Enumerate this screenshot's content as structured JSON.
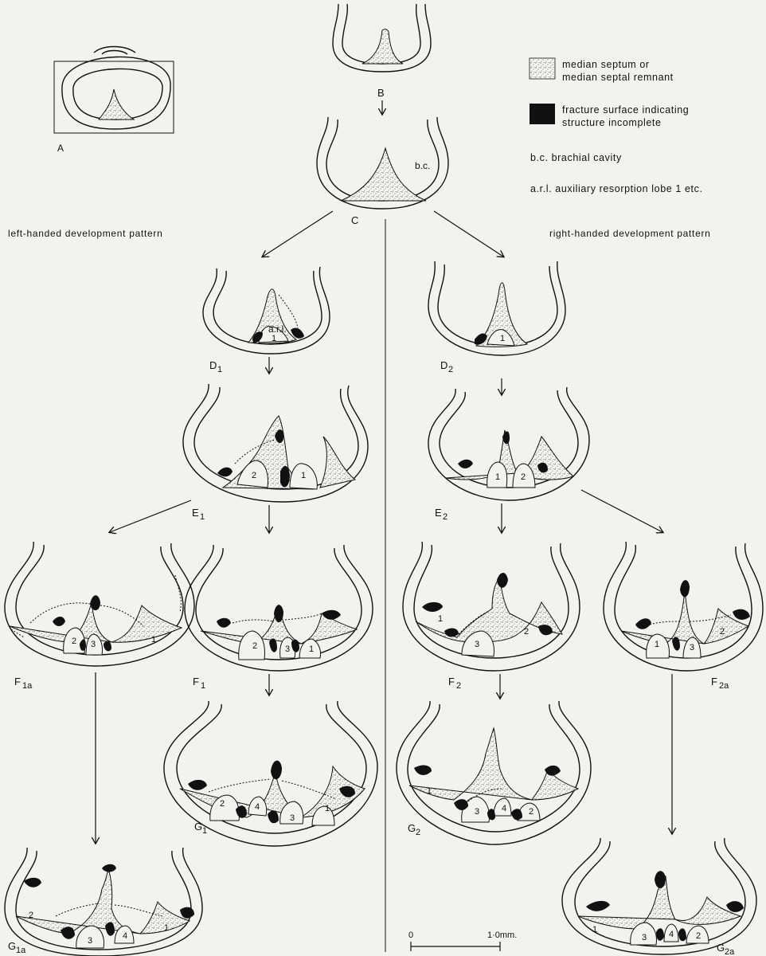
{
  "legend": {
    "septum_line1": "median septum or",
    "septum_line2": "median septal remnant",
    "fracture_line1": "fracture surface indicating",
    "fracture_line2": "structure incomplete",
    "bc": "b.c. brachial cavity",
    "arl": "a.r.l. auxiliary resorption lobe 1 etc."
  },
  "headings": {
    "left": "left-handed development pattern",
    "right": "right-handed development pattern"
  },
  "scale": {
    "start": "0",
    "end": "1·0mm."
  },
  "labels": {
    "A": "A",
    "B": "B",
    "C": "C",
    "bc": "b.c.",
    "arl": "a.r.l.",
    "D1": "D",
    "D1s": "1",
    "D2": "D",
    "D2s": "2",
    "E1": "E",
    "E1s": "1",
    "E2": "E",
    "E2s": "2",
    "F1a": "F",
    "F1as": "1a",
    "F1": "F",
    "F1s": "1",
    "F2": "F",
    "F2s": "2",
    "F2a": "F",
    "F2as": "2a",
    "G1": "G",
    "G1s": "1",
    "G2": "G",
    "G2s": "2",
    "G1a": "G",
    "G1as": "1a",
    "G2a": "G",
    "G2as": "2a"
  },
  "lobes": {
    "n1": "1",
    "n2": "2",
    "n3": "3",
    "n4": "4"
  }
}
